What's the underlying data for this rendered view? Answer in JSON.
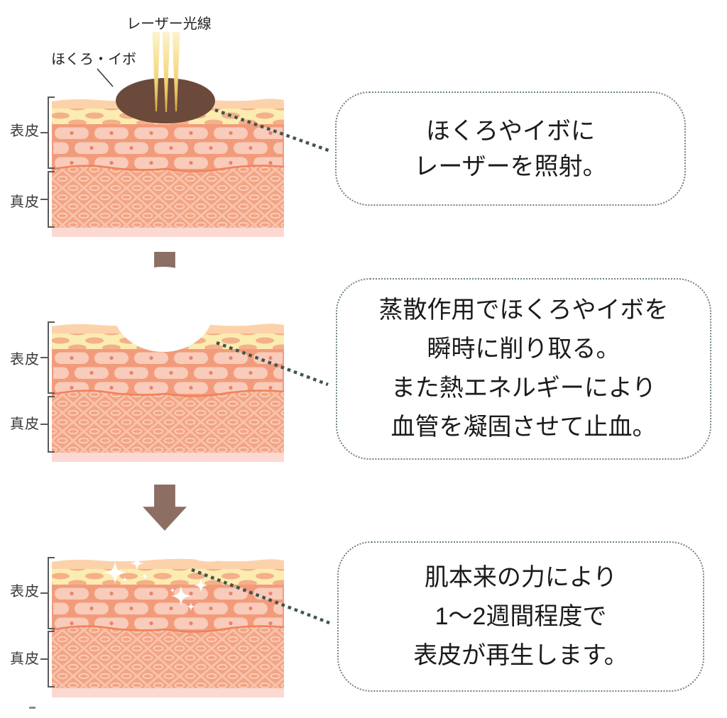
{
  "figure": {
    "description": "laser-mole-removal-3-step-skin-diagram",
    "labels": {
      "laser_beam": "レーザー光線",
      "mole_wart": "ほくろ・イボ",
      "epidermis": "表皮",
      "dermis": "真皮"
    },
    "steps": [
      {
        "id": 1,
        "caption_lines": [
          "ほくろやイボに",
          "レーザーを照射。"
        ]
      },
      {
        "id": 2,
        "caption_lines": [
          "蒸散作用でほくろやイボを",
          "瞬時に削り取る。",
          "また熱エネルギーにより",
          "血管を凝固させて止血。"
        ]
      },
      {
        "id": 3,
        "caption_lines": [
          "肌本来の力により",
          "1〜2週間程度で",
          "表皮が再生します。"
        ]
      }
    ],
    "colors": {
      "skin_surface": "#FCD2AB",
      "stratum_yellow": "#FBECB0",
      "stratum_ovals": "#F4B08A",
      "epidermis_bg": "#F29B7B",
      "epidermis_cell": "#F8CBBA",
      "cell_nucleus": "#E8826A",
      "boundary_line": "#F08159",
      "dermis_bg": "#F3A484",
      "dermis_lattice": "#F8C3AC",
      "dermis_ellipse": "#F9CDB8",
      "base_strip": "#FBD9D2",
      "mole": "#6B4A3C",
      "laser_beam_light": "#FCF3CF",
      "laser_beam_deep": "#D9A845",
      "arrow": "#8D6E63",
      "leader_dots": "#41564B",
      "bubble_border": "#6F847C",
      "text": "#1B1B1B"
    }
  }
}
